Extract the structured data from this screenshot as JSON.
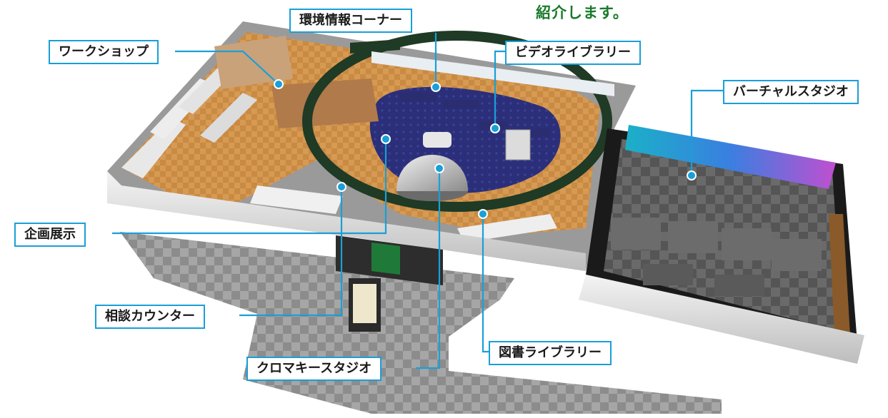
{
  "intro_text": "紹介します。",
  "colors": {
    "accent": "#1a9fd8",
    "intro_text": "#1a7a2a",
    "floor_wood": "#d69a52",
    "carpet_blue": "#2b2f7a",
    "ring_green": "#1f3a25",
    "studio_dark": "#1a1a1a"
  },
  "labels": {
    "workshop": "ワークショップ",
    "env_info_corner": "環境情報コーナー",
    "video_library": "ビデオライブラリー",
    "virtual_studio": "バーチャルスタジオ",
    "planning_exhibit": "企画展示",
    "consult_counter": "相談カウンター",
    "chroma_key_studio": "クロマキースタジオ",
    "book_library": "図書ライブラリー"
  }
}
